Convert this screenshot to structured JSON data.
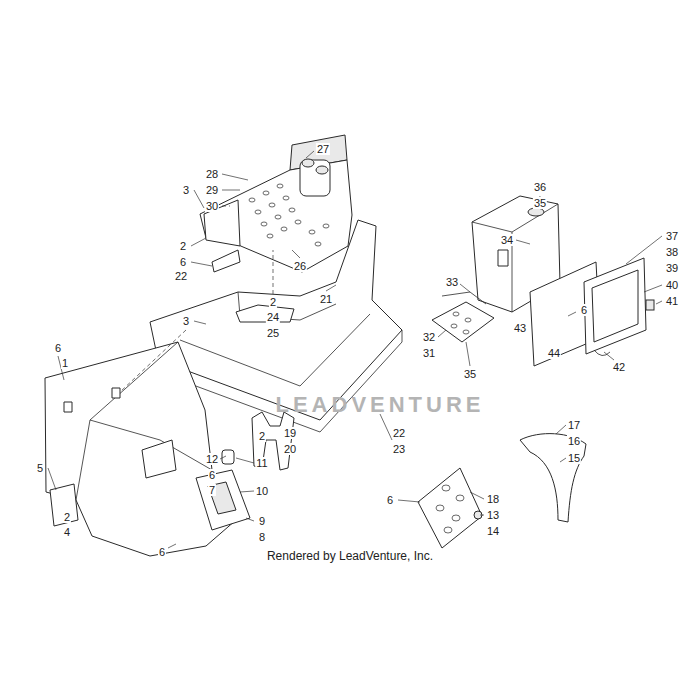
{
  "diagram": {
    "caption": "Rendered by LeadVenture, Inc.",
    "labels": [
      "28",
      "27",
      "29",
      "30",
      "3",
      "2",
      "6",
      "22",
      "26",
      "36",
      "35",
      "34",
      "37",
      "38",
      "39",
      "40",
      "41",
      "33",
      "21",
      "2",
      "24",
      "25",
      "3",
      "6",
      "43",
      "32",
      "31",
      "44",
      "42",
      "35",
      "6",
      "1",
      "LEADVENTURE",
      "17",
      "22",
      "2",
      "19",
      "16",
      "23",
      "20",
      "15",
      "12",
      "11",
      "5",
      "6",
      "7",
      "10",
      "18",
      "6",
      "13",
      "2",
      "9",
      "4",
      "14",
      "8",
      "6"
    ]
  }
}
